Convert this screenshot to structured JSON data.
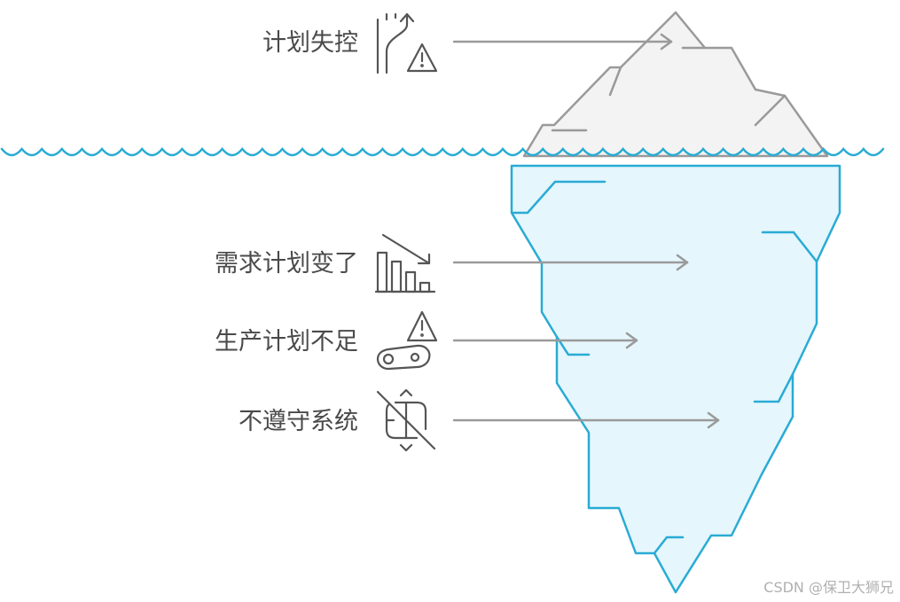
{
  "colors": {
    "water_line": "#29abd4",
    "iceberg_under_fill": "#e5f6fc",
    "iceberg_under_stroke": "#29abd4",
    "iceberg_tip_fill": "#f3f3f3",
    "iceberg_tip_stroke": "#9a9a9a",
    "arrow": "#9a9a9a",
    "label_text": "#4a4a4a",
    "icon_stroke": "#555555"
  },
  "items": [
    {
      "label": "计划失控",
      "icon": "route-warning-icon"
    },
    {
      "label": "需求计划变了",
      "icon": "declining-bar-chart-icon"
    },
    {
      "label": "生产计划不足",
      "icon": "conveyor-warning-icon"
    },
    {
      "label": "不遵守系统",
      "icon": "system-disabled-icon"
    }
  ],
  "watermark": "CSDN @保卫大狮兄"
}
